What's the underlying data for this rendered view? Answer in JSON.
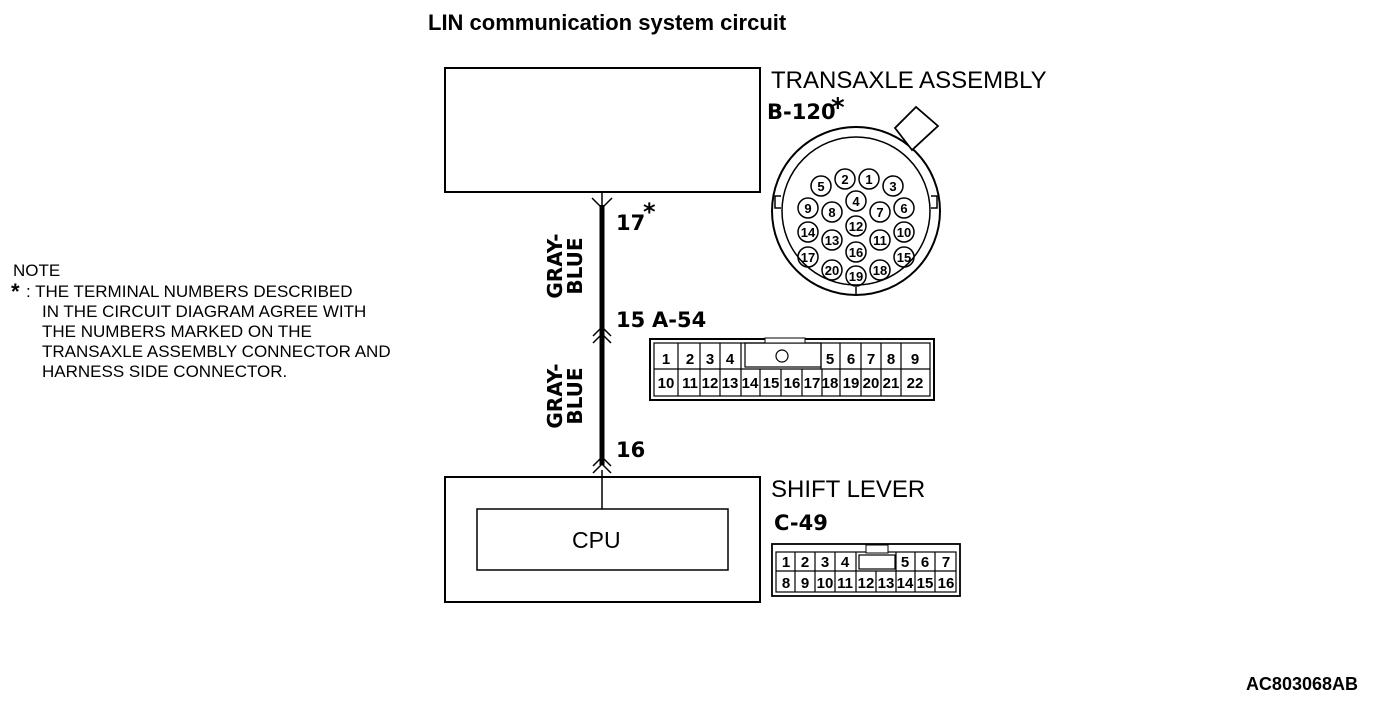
{
  "title": "LIN communication system circuit",
  "transaxle": {
    "label": "TRANSAXLE ASSEMBLY",
    "connector": "B-120",
    "asterisk": "*",
    "pins": [
      "1",
      "2",
      "3",
      "4",
      "5",
      "6",
      "7",
      "8",
      "9",
      "10",
      "11",
      "12",
      "13",
      "14",
      "15",
      "16",
      "17",
      "18",
      "19",
      "20"
    ]
  },
  "wire": {
    "upper_color": [
      "GRAY-",
      "BLUE"
    ],
    "lower_color": [
      "GRAY-",
      "BLUE"
    ],
    "terminal_top": "17",
    "terminal_top_mark": "*",
    "terminal_mid": "15",
    "terminal_bottom": "16"
  },
  "connector_a54": {
    "label": "A-54",
    "top_row": [
      "1",
      "2",
      "3",
      "4",
      "5",
      "6",
      "7",
      "8",
      "9"
    ],
    "bottom_row": [
      "10",
      "11",
      "12",
      "13",
      "14",
      "15",
      "16",
      "17",
      "18",
      "19",
      "20",
      "21",
      "22"
    ]
  },
  "shift_lever": {
    "label": "SHIFT LEVER",
    "cpu": "CPU",
    "connector": "C-49",
    "top_row": [
      "1",
      "2",
      "3",
      "4",
      "5",
      "6",
      "7"
    ],
    "bottom_row": [
      "8",
      "9",
      "10",
      "11",
      "12",
      "13",
      "14",
      "15",
      "16"
    ]
  },
  "note": {
    "heading": "NOTE",
    "marker": "*",
    "lines": [
      ": THE TERMINAL NUMBERS DESCRIBED",
      "IN THE CIRCUIT DIAGRAM AGREE WITH",
      "THE NUMBERS MARKED ON THE",
      "TRANSAXLE ASSEMBLY CONNECTOR AND",
      "HARNESS SIDE CONNECTOR."
    ]
  },
  "figure_id": "AC803068AB"
}
